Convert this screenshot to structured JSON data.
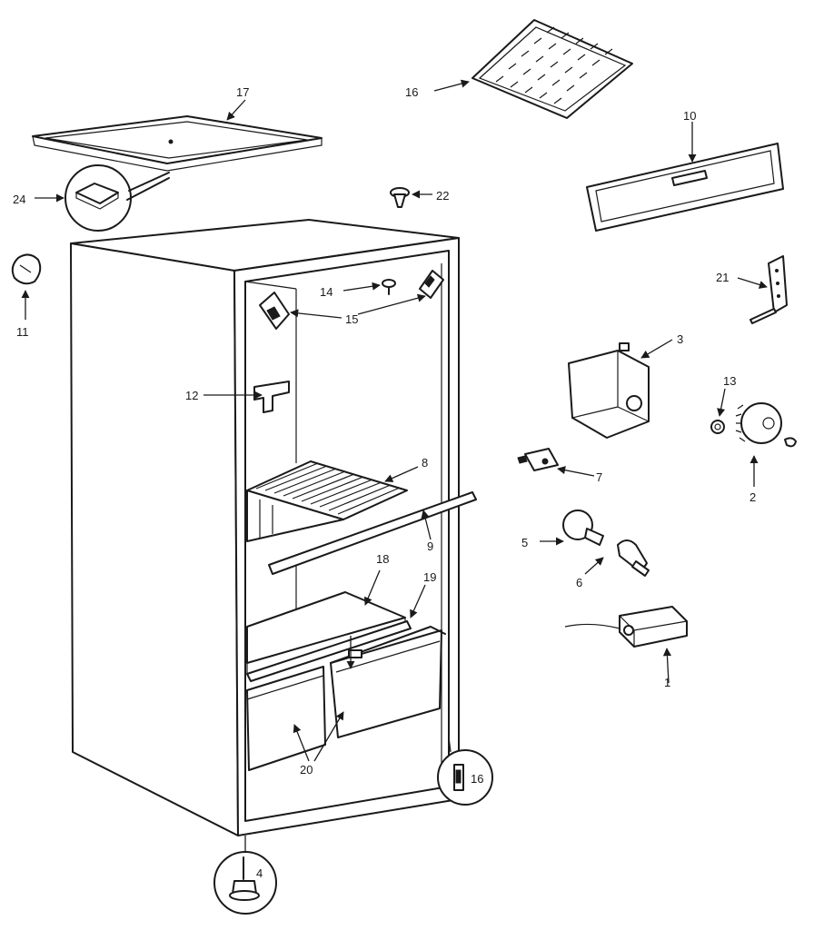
{
  "callouts": [
    {
      "id": "c1",
      "text": "1"
    },
    {
      "id": "c2",
      "text": "2"
    },
    {
      "id": "c3",
      "text": "3"
    },
    {
      "id": "c4",
      "text": "4"
    },
    {
      "id": "c5",
      "text": "5"
    },
    {
      "id": "c6",
      "text": "6"
    },
    {
      "id": "c7",
      "text": "7"
    },
    {
      "id": "c8",
      "text": "8"
    },
    {
      "id": "c9",
      "text": "9"
    },
    {
      "id": "c10",
      "text": "10"
    },
    {
      "id": "c11",
      "text": "11"
    },
    {
      "id": "c12",
      "text": "12"
    },
    {
      "id": "c13",
      "text": "13"
    },
    {
      "id": "c14",
      "text": "14"
    },
    {
      "id": "c15",
      "text": "15"
    },
    {
      "id": "c16a",
      "text": "16"
    },
    {
      "id": "c16b",
      "text": "16"
    },
    {
      "id": "c17",
      "text": "17"
    },
    {
      "id": "c18",
      "text": "18"
    },
    {
      "id": "c19",
      "text": "19"
    },
    {
      "id": "c20",
      "text": "20"
    },
    {
      "id": "c21",
      "text": "21"
    },
    {
      "id": "c22",
      "text": "22"
    },
    {
      "id": "c24",
      "text": "24"
    }
  ]
}
